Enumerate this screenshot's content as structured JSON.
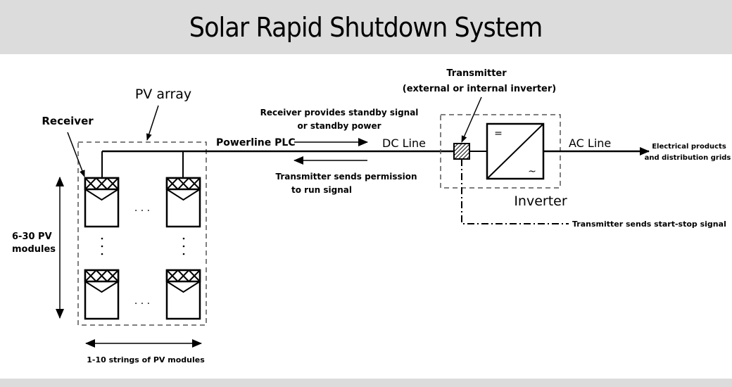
{
  "title": "Solar Rapid Shutdown System",
  "labels": {
    "pv_array": "PV array",
    "receiver": "Receiver",
    "powerline_plc": "Powerline PLC",
    "dc_line": "DC Line",
    "ac_line": "AC Line",
    "receiver_signal_line1": "Receiver provides standby signal",
    "receiver_signal_line2": "or standby power",
    "transmitter_permission_line1": "Transmitter sends permission",
    "transmitter_permission_line2": "to run signal",
    "transmitter_line1": "Transmitter",
    "transmitter_line2": "(external or internal inverter)",
    "inverter": "Inverter",
    "inverter_dc_symbol": "=",
    "inverter_ac_symbol": "~",
    "start_stop_signal": "Transmitter sends start-stop signal",
    "output_line1": "Electrical products",
    "output_line2": "and distribution grids",
    "modules_count_line1": "6-30 PV",
    "modules_count_line2": "modules",
    "strings_count": "1-10 strings of PV modules",
    "ellipsis_h": ". . .",
    "ellipsis_v": ":"
  }
}
